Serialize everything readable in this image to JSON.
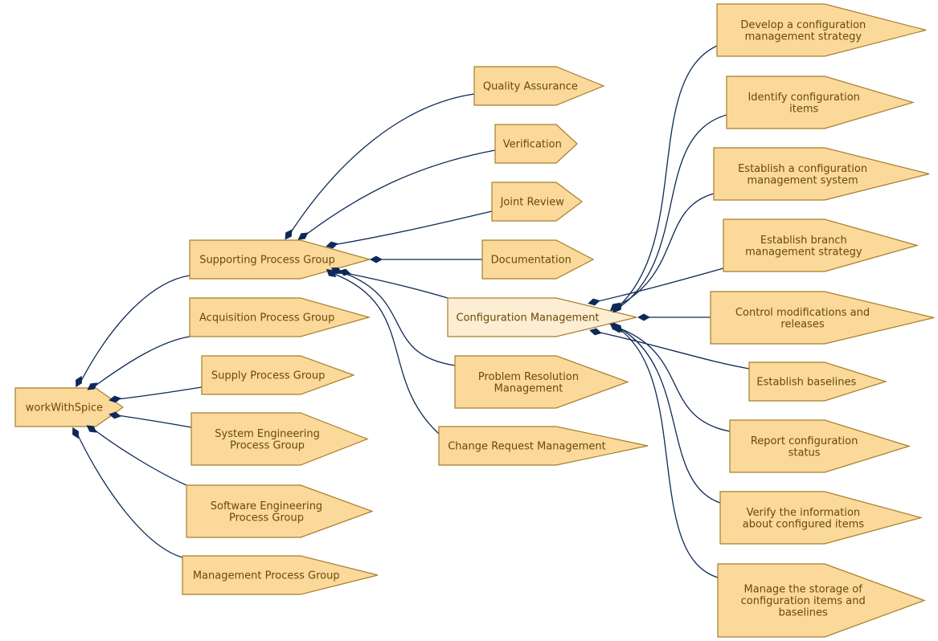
{
  "colors": {
    "node_fill": "#fad99b",
    "node_fill_highlight": "#fdedd3",
    "node_stroke": "#a87f2a",
    "text": "#6b4a06",
    "edge": "#0d2a57"
  },
  "nodes": {
    "root": "workWithSpice",
    "supporting": "Supporting Process Group",
    "acquisition": "Acquisition Process Group",
    "supply": "Supply Process Group",
    "syseng": "System Engineering Process Group",
    "sweng": "Software Engineering Process Group",
    "mgmt": "Management Process Group",
    "qa": "Quality Assurance",
    "verification": "Verification",
    "joint": "Joint Review",
    "doc": "Documentation",
    "cm": "Configuration Management",
    "prm": "Problem Resolution Management",
    "crm": "Change Request Management",
    "dev_strategy": "Develop a configuration management strategy",
    "identify": "Identify configuration items",
    "establish_system": "Establish a configuration management system",
    "branch": "Establish branch management strategy",
    "control": "Control modifications and releases",
    "baselines": "Establish baselines",
    "report": "Report configuration status",
    "verify_info": "Verify the information about configured items",
    "storage": "Manage the storage of configuration items and baselines"
  }
}
